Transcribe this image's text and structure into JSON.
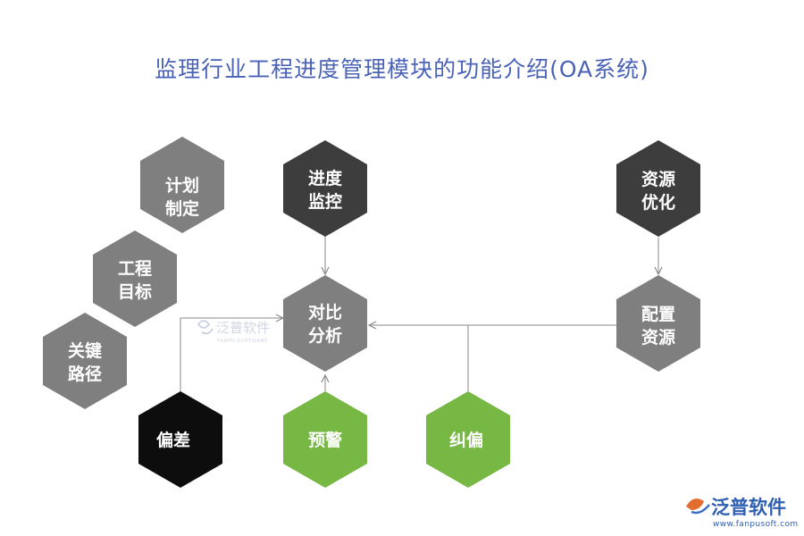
{
  "title": "监理行业工程进度管理模块的功能介绍(OA系统)",
  "colors": {
    "light_gray": "#7f7f7f",
    "dark_gray": "#3d3d3d",
    "black": "#0d0d0d",
    "green": "#76b843",
    "title": "#4a63b6",
    "line": "#8a8a8a"
  },
  "nodes": {
    "plan": {
      "line1": "计划",
      "line2": "制定"
    },
    "goal": {
      "line1": "工程",
      "line2": "目标"
    },
    "path": {
      "line1": "关键",
      "line2": "路径"
    },
    "progress": {
      "line1": "进度",
      "line2": "监控"
    },
    "compare": {
      "line1": "对比",
      "line2": "分析"
    },
    "resopt": {
      "line1": "资源",
      "line2": "优化"
    },
    "resalloc": {
      "line1": "配置",
      "line2": "资源"
    },
    "deviation": {
      "label": "偏差"
    },
    "warning": {
      "label": "预警"
    },
    "correct": {
      "label": "纠偏"
    }
  },
  "watermark_center": {
    "name": "泛普软件",
    "sub": "FANPU SOFTWARE"
  },
  "logo": {
    "name": "泛普软件",
    "url": "www.fanpusoft.com"
  }
}
